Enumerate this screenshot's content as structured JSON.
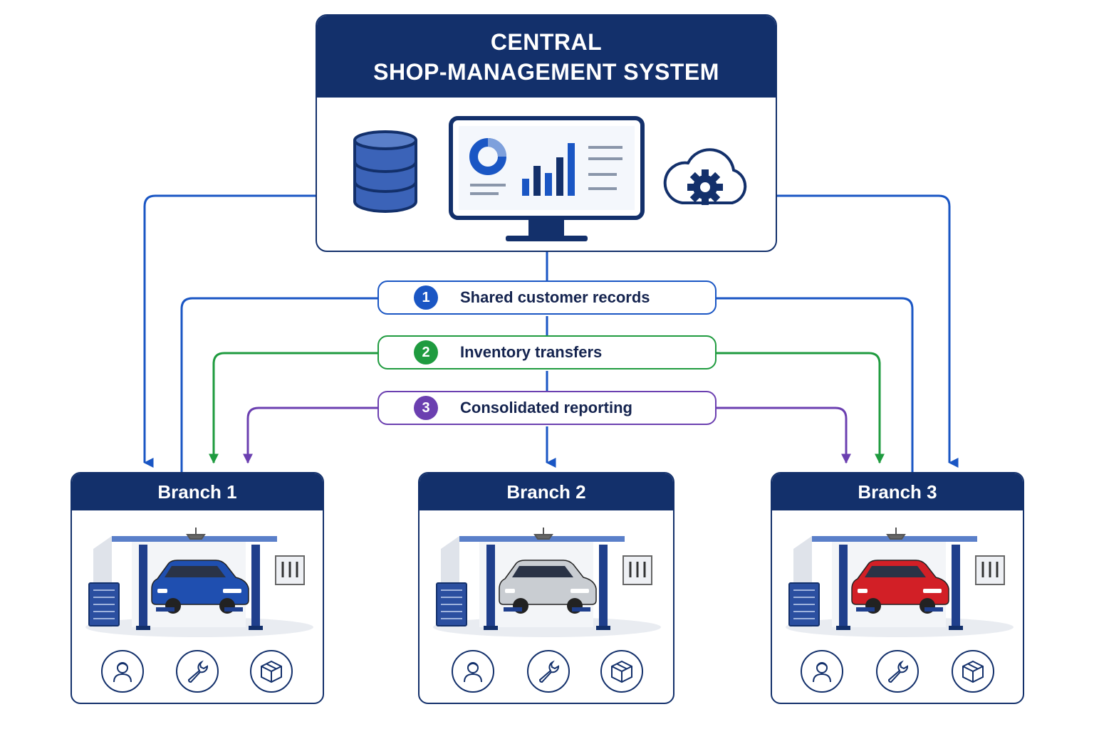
{
  "central": {
    "title_line1": "CENTRAL",
    "title_line2": "SHOP-MANAGEMENT SYSTEM",
    "icons": [
      "database-icon",
      "monitor-dashboard-icon",
      "cloud-gear-icon"
    ]
  },
  "connections": [
    {
      "number": "1",
      "label": "Shared customer records",
      "color": "#1a56c4"
    },
    {
      "number": "2",
      "label": "Inventory transfers",
      "color": "#1f9b3f"
    },
    {
      "number": "3",
      "label": "Consolidated reporting",
      "color": "#6b3fb0"
    }
  ],
  "branches": [
    {
      "name": "Branch 1",
      "car_color": "#1f4fb0",
      "icons": [
        "mechanic-icon",
        "wrench-icon",
        "parts-box-icon"
      ]
    },
    {
      "name": "Branch 2",
      "car_color": "#c9cdd2",
      "icons": [
        "mechanic-icon",
        "wrench-icon",
        "parts-box-icon"
      ]
    },
    {
      "name": "Branch 3",
      "car_color": "#d21f26",
      "icons": [
        "mechanic-icon",
        "wrench-icon",
        "parts-box-icon"
      ]
    }
  ],
  "colors": {
    "navy": "#13306b",
    "blue": "#1a56c4",
    "green": "#1f9b3f",
    "purple": "#6b3fb0"
  }
}
